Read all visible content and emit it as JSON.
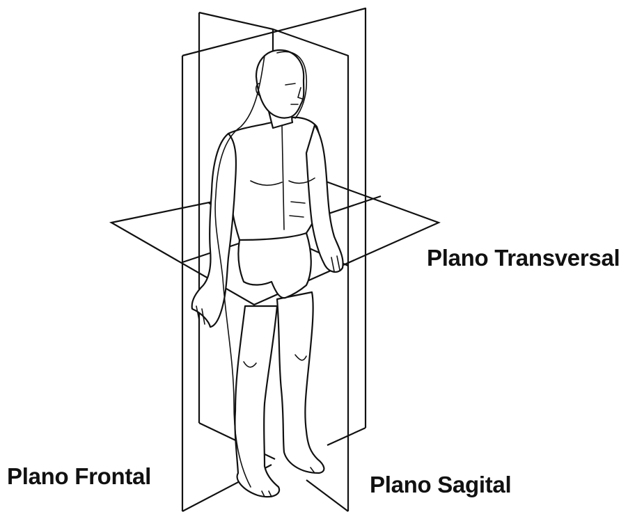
{
  "labels": {
    "transversal": "Plano Transversal",
    "frontal": "Plano Frontal",
    "sagital": "Plano Sagital"
  },
  "colors": {
    "line": "#111111",
    "background": "#ffffff"
  }
}
